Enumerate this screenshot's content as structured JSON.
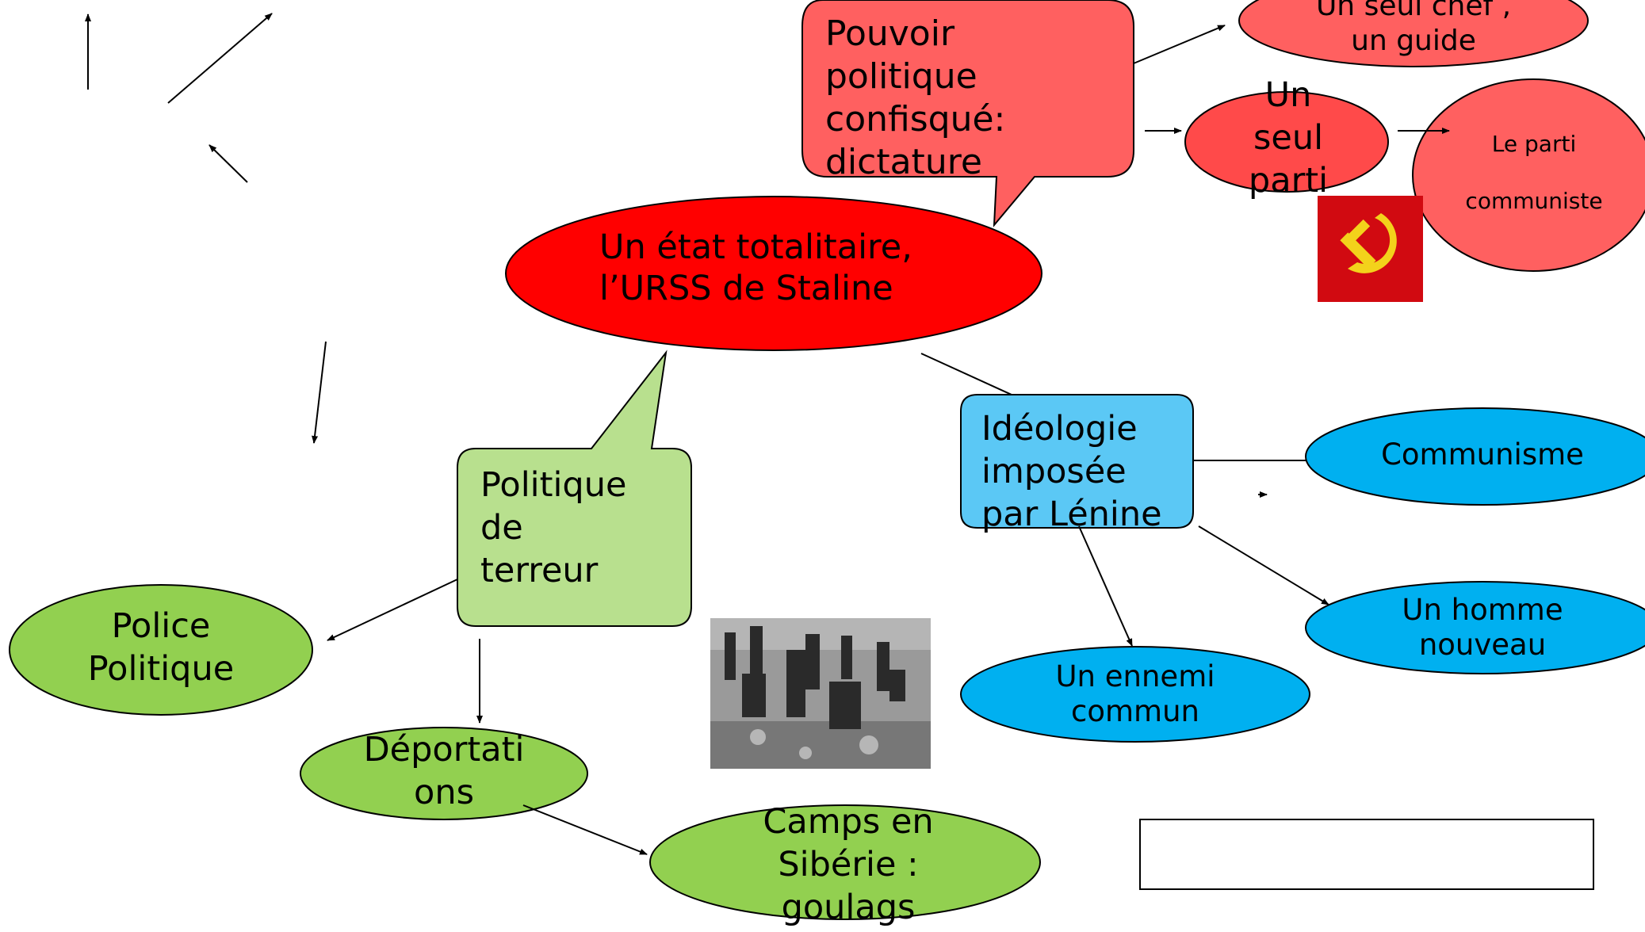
{
  "central": {
    "text": "Un état totalitaire,\nl’URSS de Staline"
  },
  "pouvoir": {
    "bubble": "Pouvoir\npolitique\nconfisqué:\ndictature",
    "chef": "Un seul chef ,\nun guide",
    "parti": "Un\nseul\nparti",
    "parti_communiste": "Le parti\n\ncommuniste"
  },
  "ideologie": {
    "bubble": "Idéologie\nimposée\npar Lénine",
    "communisme": "Communisme",
    "homme": "Un homme\nnouveau",
    "ennemi": "Un ennemi\ncommun"
  },
  "terreur": {
    "bubble": "Politique\nde\nterreur",
    "police": "Police\nPolitique",
    "deportations": "Déportati\nons",
    "camps": "Camps en\nSibérie :\ngoulags"
  },
  "colors": {
    "red_dark": "#ff0000",
    "red_light": "#ff6060",
    "red_mid": "#ff4a4a",
    "blue_bubble": "#5bc8f5",
    "blue_node": "#00b0f0",
    "green_bubble": "#b8e08e",
    "green_node": "#92d050",
    "flag_red": "#d10a11",
    "flag_gold": "#f3d21b"
  },
  "icons": [
    "hammer-sickle-icon",
    "gulag-photo"
  ]
}
